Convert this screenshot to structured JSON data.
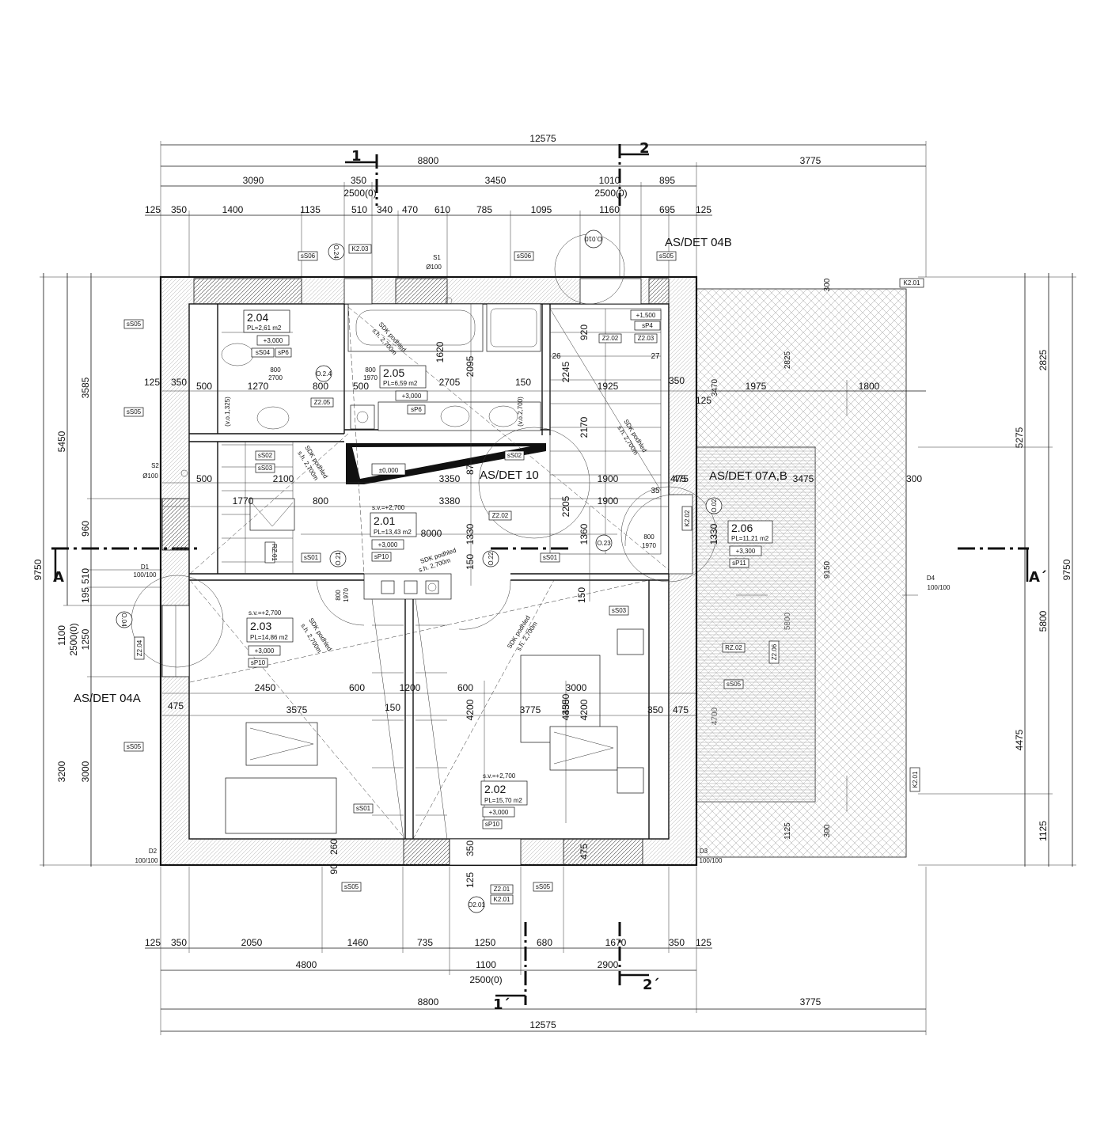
{
  "dimensions": {
    "top_total": "12575",
    "top_main": "8800",
    "top_right": "3775",
    "top_row3": [
      "3090",
      "350",
      "3450",
      "1010",
      "895"
    ],
    "top_sub_a": "2500(0)",
    "top_sub_b": "2500(0)",
    "top_row4": [
      "125",
      "350",
      "1400",
      "1135",
      "510",
      "340",
      "470",
      "610",
      "785",
      "1095",
      "1160",
      "695",
      "125"
    ],
    "bottom_row1": [
      "125",
      "350",
      "2050",
      "1460",
      "735",
      "1250",
      "680",
      "1670",
      "350",
      "125"
    ],
    "bottom_row2": [
      "4800",
      "1100",
      "2900"
    ],
    "bottom_sub": "2500(0)",
    "bottom_main": "8800",
    "bottom_right": "3775",
    "bottom_total": "12575",
    "left_outer": "9750",
    "left_a": [
      "5450"
    ],
    "left_b": [
      "3585",
      "960",
      "510",
      "195",
      "1100",
      "3200"
    ],
    "left_c": [
      "1250",
      "2500(0)",
      "3000"
    ],
    "right_outer": "9750",
    "right_a": [
      "2825",
      "5275",
      "5800",
      "4475",
      "1125"
    ],
    "right_b": [
      "300",
      "2825",
      "3470",
      "9150",
      "5800",
      "4700",
      "300",
      "1125"
    ],
    "interior": [
      "125",
      "350",
      "500",
      "1270",
      "800",
      "500",
      "2705",
      "150",
      "1925",
      "350",
      "125",
      "500",
      "2100",
      "3350",
      "1900",
      "475",
      "1770",
      "800",
      "3380",
      "1900",
      "8000",
      "2450",
      "600",
      "1200",
      "600",
      "3000",
      "475",
      "3575",
      "150",
      "3775",
      "350",
      "475",
      "1975",
      "1800",
      "3475",
      "300",
      "920",
      "1620",
      "2095",
      "2245",
      "2170",
      "875",
      "2205",
      "1330",
      "1360",
      "1330",
      "4200",
      "4350",
      "4200",
      "150",
      "260",
      "90",
      "475",
      "125",
      "350",
      "26",
      "27",
      "35",
      "475",
      "150",
      "4350"
    ]
  },
  "section_marks": {
    "top_1": "1",
    "top_2": "2",
    "bottom_1": "1´",
    "bottom_2": "2´",
    "left_A": "A",
    "right_A": "A´"
  },
  "detail_refs": {
    "det_04b": "AS/DET 04B",
    "det_10": "AS/DET 10",
    "det_07ab": "AS/DET 07A,B",
    "det_04a": "AS/DET 04A"
  },
  "rooms": [
    {
      "number": "2.04",
      "area": "PL=2,61 m2",
      "level": "+3,000",
      "tags": [
        "sS04",
        "sP6"
      ]
    },
    {
      "number": "2.05",
      "area": "PL=6,59 m2",
      "level": "+3,000",
      "tags": [
        "sP6"
      ]
    },
    {
      "number": "2.01",
      "sv": "s.v.=+2,700",
      "area": "PL=13,43 m2",
      "level": "+3,000",
      "tags": [
        "sP10"
      ]
    },
    {
      "number": "2.03",
      "sv": "s.v.=+2,700",
      "area": "PL=14,86 m2",
      "level": "+3,000",
      "tags": [
        "sP10"
      ]
    },
    {
      "number": "2.02",
      "sv": "s.v.=+2,700",
      "area": "PL=15,70 m2",
      "level": "+3,000",
      "tags": [
        "sP10"
      ]
    },
    {
      "number": "2.06",
      "area": "PL=11,21 m2",
      "level": "+3,300",
      "tags": [
        "sP11"
      ]
    }
  ],
  "tags": {
    "ss06_a": "sS06",
    "ss06_b": "sS06",
    "ss05_top": "sS05",
    "ss05_l1": "sS05",
    "ss05_l2": "sS05",
    "ss05_l3": "sS05",
    "ss02": "sS02",
    "ss03": "sS03",
    "ss02_b": "sS02",
    "ss01_a": "sS01",
    "ss01_b": "sS01",
    "ss01_c": "sS01",
    "ss03_r": "sS03",
    "ss05_r": "sS05",
    "ss05_b1": "sS05",
    "ss05_b2": "sS05",
    "sp4": "sP4",
    "lvl_1500": "+1,500",
    "k201_top": "K2.01",
    "k201_side": "K2.01",
    "k201_bot": "K2.01",
    "k203": "K2.03",
    "k202": "K2.02",
    "z202_a": "Z2.02",
    "z203": "Z2.03",
    "z202_b": "Z2.02",
    "z205": "Z2.05",
    "z204": "Z2.04",
    "z206": "Z2.06",
    "z201": "Z2.01",
    "rz01": "RZ.01",
    "rz02": "RZ.02",
    "zero": "±0,000",
    "vo": "(v.o.1,325)",
    "vo2": "(v.o.2,700)",
    "d1": "D1",
    "d1s": "100/100",
    "d2": "D2",
    "d2s": "100/100",
    "d3": "D3",
    "d3s": "100/100",
    "d4": "D4",
    "d4s": "100/100",
    "s1": "S1",
    "s1d": "Ø100",
    "s2": "S2",
    "s2d": "Ø100",
    "o010": "O.010",
    "o024": "O.24",
    "o023": "O.23",
    "o022": "O.22",
    "o021": "O.21",
    "o201": "O2.01",
    "o204": "O.04",
    "o202": "O.02",
    "o2_4": "O.2.4",
    "door_800_2700": "800",
    "door_2700": "2700",
    "door_800": "800",
    "door_1970": "1970",
    "door2_800": "800",
    "door2_1970": "1970",
    "door3_800": "800",
    "door3_1970": "1970",
    "sdk1": "SDK podhled",
    "sdk1b": "s.h. 2,700m",
    "sdk2": "SDK podhled",
    "sdk2b": "s.h. 2,700m",
    "sdk3": "SDK podhled",
    "sdk3b": "s.h. 2,700m",
    "sdk4": "SDK podhled",
    "sdk4b": "s.h. 2,700m",
    "sdk5": "SDK podhled",
    "sdk5b": "s.h. 2,700m",
    "sdk6": "SDK podhled",
    "sdk6b": "s.h. 2,700m"
  }
}
